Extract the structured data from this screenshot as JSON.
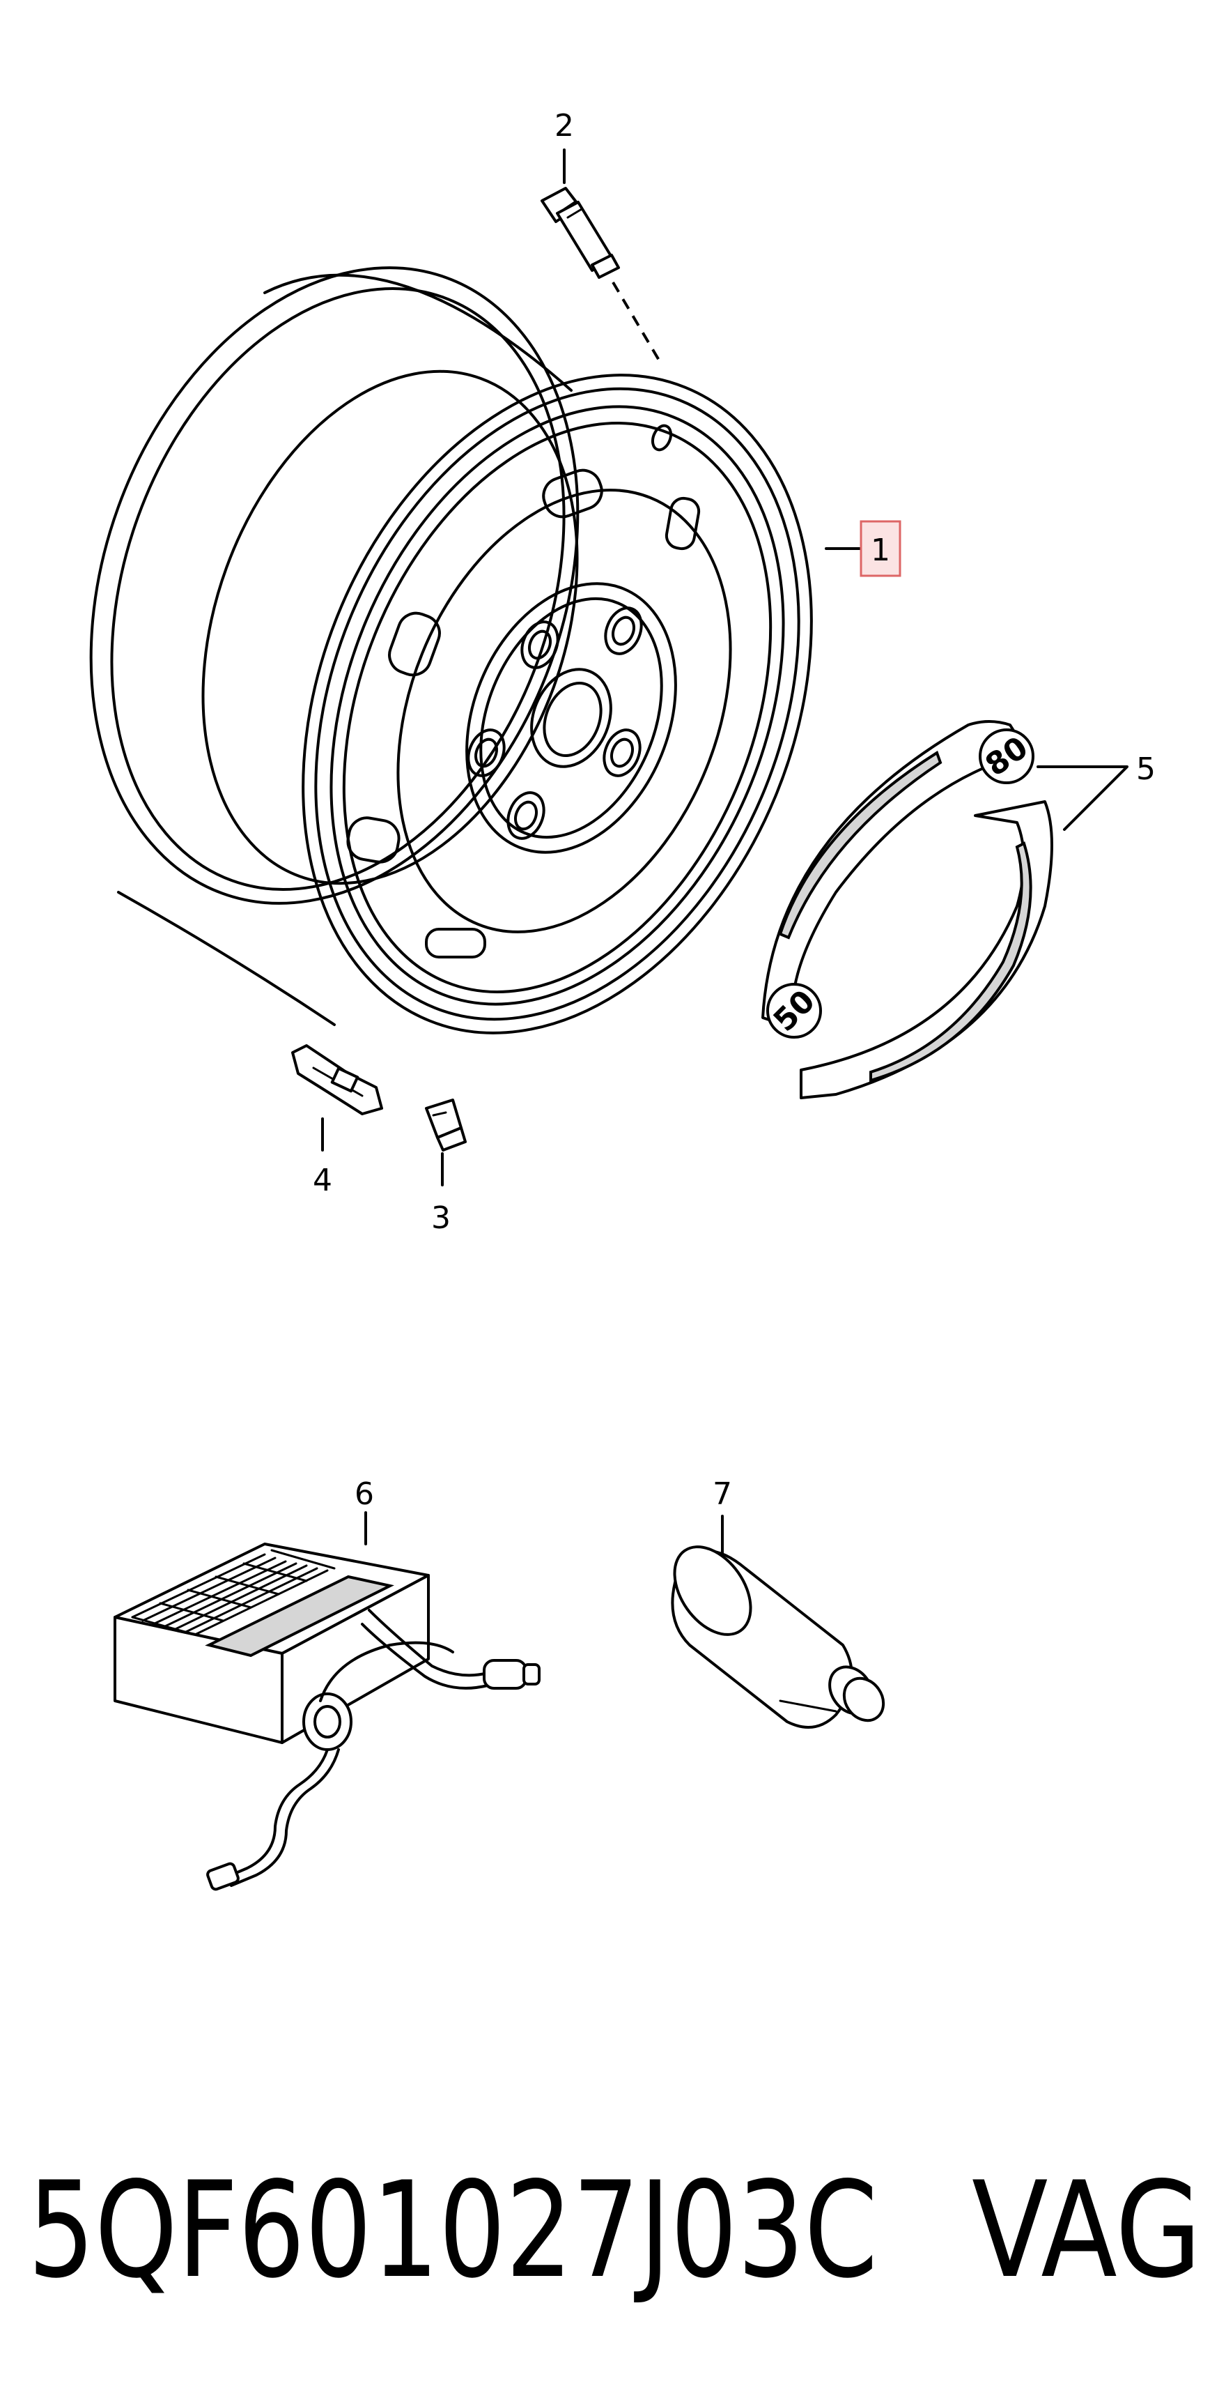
{
  "callouts": {
    "c1": "1",
    "c2": "2",
    "c3": "3",
    "c4": "4",
    "c5": "5",
    "c6": "6",
    "c7": "7"
  },
  "ring_labels": {
    "top": "80",
    "bottom": "50"
  },
  "footer": {
    "part_number": "5QF601027J03C",
    "brand": "VAG"
  },
  "highlight_color": "#fbe3e3"
}
